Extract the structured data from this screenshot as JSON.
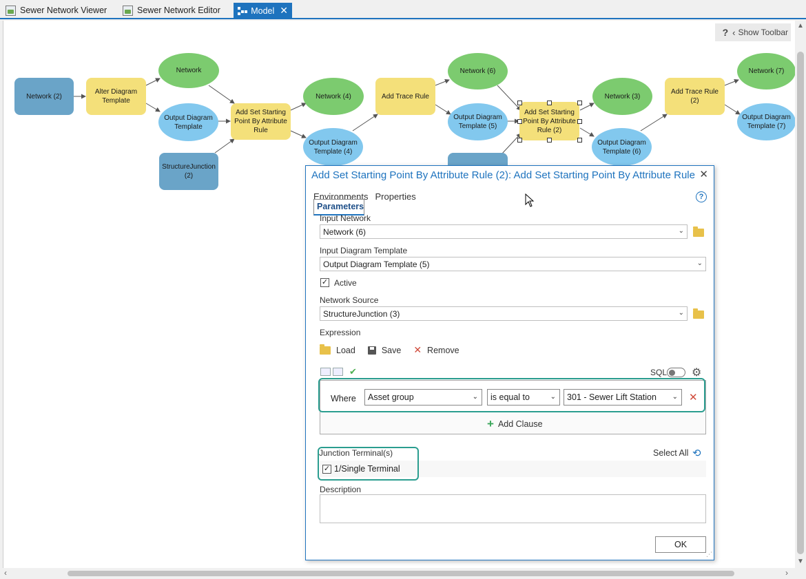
{
  "tabs": [
    {
      "label": "Sewer Network Viewer",
      "icon": "map-icon"
    },
    {
      "label": "Sewer Network Editor",
      "icon": "map-icon"
    },
    {
      "label": "Model",
      "icon": "model-icon",
      "active": true
    }
  ],
  "toolbar": {
    "help": "?",
    "show_toolbar": "Show Toolbar"
  },
  "model": {
    "nodes": {
      "network2": "Network (2)",
      "alter": "Alter Diagram Template",
      "network": "Network",
      "odt": "Output Diagram Template",
      "sj2": "StructureJunction (2)",
      "asp1": "Add Set Starting Point By Attribute Rule",
      "network4": "Network (4)",
      "odt4": "Output Diagram Template (4)",
      "atr": "Add Trace Rule",
      "network6": "Network (6)",
      "odt5": "Output Diagram Template (5)",
      "asp2": "Add Set Starting Point By Attribute Rule (2)",
      "network3": "Network (3)",
      "odt6": "Output Diagram Template (6)",
      "atr2": "Add Trace Rule (2)",
      "network7": "Network (7)",
      "odt7": "Output Diagram Template (7)"
    }
  },
  "dialog": {
    "title": "Add Set Starting Point By Attribute Rule (2): Add Set Starting Point By Attribute Rule",
    "tabs": [
      "Parameters",
      "Environments",
      "Properties"
    ],
    "input_network_label": "Input Network",
    "input_network_value": "Network (6)",
    "input_diagram_template_label": "Input Diagram Template",
    "input_diagram_template_value": "Output Diagram Template (5)",
    "active_label": "Active",
    "network_source_label": "Network Source",
    "network_source_value": "StructureJunction (3)",
    "expression_label": "Expression",
    "load_label": "Load",
    "save_label": "Save",
    "remove_label": "Remove",
    "sql_label": "SQL",
    "clause": {
      "where": "Where",
      "field": "Asset group",
      "operator": "is equal to",
      "value": "301 - Sewer Lift Station"
    },
    "add_clause_label": "Add Clause",
    "junction_terminals_label": "Junction Terminal(s)",
    "select_all_label": "Select All",
    "terminal": "1/Single Terminal",
    "description_label": "Description",
    "ok_label": "OK"
  },
  "colors": {
    "accent": "#1e73be",
    "highlight": "#2a9d8f",
    "tool_yellow": "#f4e07a",
    "data_green": "#7ccb6f",
    "data_blue": "#82c8ee",
    "data_dark_blue": "#6aa4c8"
  }
}
